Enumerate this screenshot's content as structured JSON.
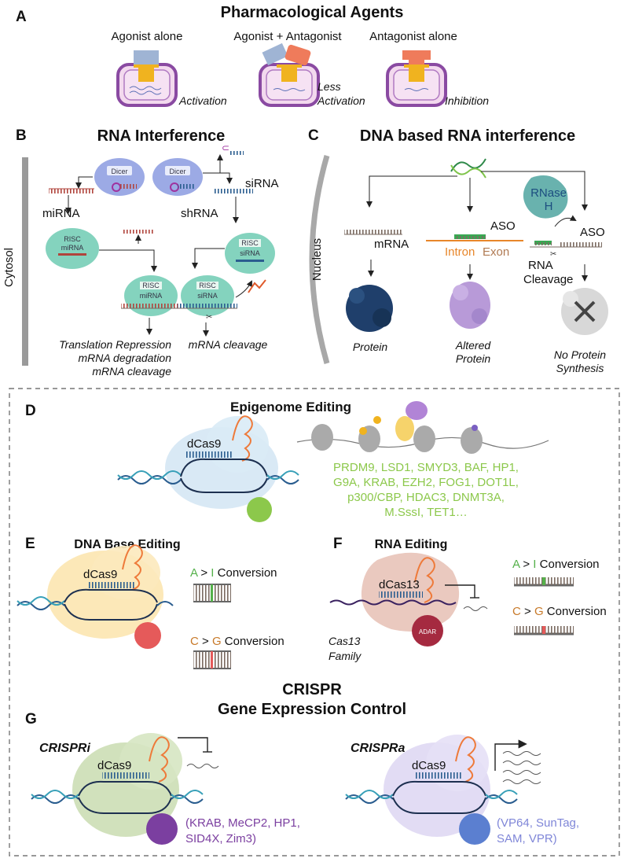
{
  "panel_a": {
    "letter": "A",
    "title": "Pharmacological Agents",
    "cols": [
      {
        "title": "Agonist alone",
        "outcome": "Activation"
      },
      {
        "title": "Agonist + Antagonist",
        "outcome_line1": "Less",
        "outcome_line2": "Activation"
      },
      {
        "title": "Antagonist alone",
        "outcome": "Inhibition"
      }
    ]
  },
  "panel_b": {
    "letter": "B",
    "title": "RNA Interference",
    "side_label": "Cytosol",
    "dicer": "Dicer",
    "risc": "RISC",
    "mirna": "miRNA",
    "sirna": "siRNA",
    "shrna": "shRNA",
    "out_left": [
      "Translation Repression",
      "mRNA degradation",
      "mRNA cleavage"
    ],
    "out_right": "mRNA cleavage"
  },
  "panel_c": {
    "letter": "C",
    "title": "DNA based RNA interference",
    "side_label": "Nucleus",
    "mrna": "mRNA",
    "aso": "ASO",
    "intron": "Intron",
    "exon": "Exon",
    "rnase_line1": "RNase",
    "rnase_line2": "H",
    "cleavage_line1": "RNA",
    "cleavage_line2": "Cleavage",
    "protein": "Protein",
    "altered_line1": "Altered",
    "altered_line2": "Protein",
    "none_line1": "No Protein",
    "none_line2": "Synthesis"
  },
  "panel_d": {
    "letter": "D",
    "title": "Epigenome Editing",
    "dcas": "dCas9",
    "effectors": [
      "PRDM9, LSD1, SMYD3, BAF, HP1,",
      "G9A, KRAB, EZH2, FOG1, DOT1L,",
      "p300/CBP, HDAC3, DNMT3A,",
      "M.SssI, TET1…"
    ]
  },
  "panel_e": {
    "letter": "E",
    "title": "DNA Base Editing",
    "dcas": "dCas9",
    "conv1_a": "A",
    "conv1_sep": ">",
    "conv1_b": "I",
    "conv1_word": "Conversion",
    "conv2_a": "C",
    "conv2_sep": ">",
    "conv2_b": "G",
    "conv2_word": "Conversion"
  },
  "panel_f": {
    "letter": "F",
    "title": "RNA Editing",
    "dcas": "dCas13",
    "family_line1": "Cas13",
    "family_line2": "Family",
    "adar": "ADAR",
    "conv1_a": "A",
    "conv1_sep": ">",
    "conv1_b": "I",
    "conv1_word": "Conversion",
    "conv2_a": "C",
    "conv2_sep": ">",
    "conv2_b": "G",
    "conv2_word": "Conversion"
  },
  "panel_g": {
    "letter": "G",
    "title_line1": "CRISPR",
    "title_line2": "Gene Expression Control",
    "left_name": "CRISPRi",
    "right_name": "CRISPRa",
    "dcas": "dCas9",
    "left_effectors": [
      "(KRAB, MeCP2, HP1,",
      "SID4X, Zim3)"
    ],
    "right_effectors": [
      "(VP64, SunTag,",
      "SAM, VPR)"
    ]
  },
  "colors": {
    "green_text": "#8cc84b",
    "orange_text": "#c87a2a",
    "purple_text": "#7b3fa0",
    "blue_text": "#7f86d8"
  }
}
